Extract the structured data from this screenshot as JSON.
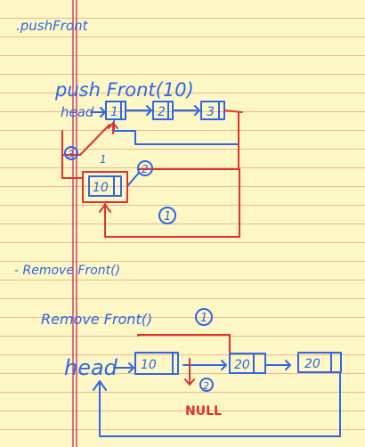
{
  "colors": {
    "paper": "#fdf7c6",
    "rule": "#e6b98f",
    "margin": "#c9466a",
    "blue_ink": "#2f66e6",
    "red_ink": "#e0322c"
  },
  "section1": {
    "heading": ".pushFront",
    "call": "push Front(10)",
    "head_label": "head",
    "nodes": [
      "1",
      "2",
      "3"
    ],
    "new_node": "10",
    "step_1": "1",
    "step_2": "2",
    "step_3": "3"
  },
  "section2": {
    "heading": "- Remove Front()",
    "call": "Remove Front()",
    "head_label": "head",
    "nodes": [
      "10",
      "20",
      "20"
    ],
    "null_label": "NULL",
    "step_1": "1",
    "step_2": "2"
  }
}
